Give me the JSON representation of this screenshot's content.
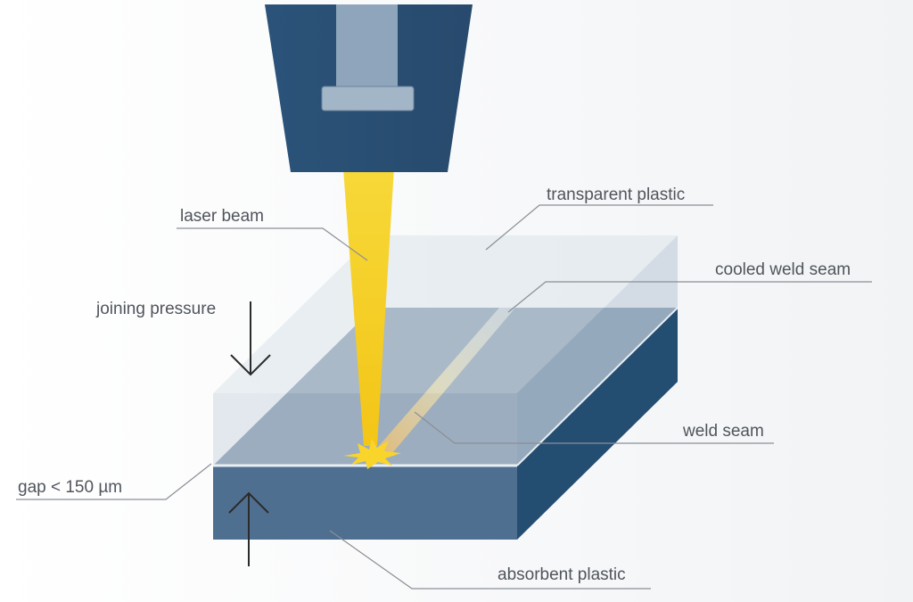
{
  "labels": {
    "transparent_plastic": "transparent plastic",
    "laser_beam": "laser beam",
    "cooled_weld_seam": "cooled weld seam",
    "joining_pressure": "joining pressure",
    "weld_seam": "weld seam",
    "gap": "gap < 150 µm",
    "absorbent_plastic": "absorbent plastic"
  },
  "colors": {
    "background": "#ffffff",
    "nozzle_dark": "#2a4f73",
    "nozzle_inner": "#8fa6bd",
    "beam_yellow": "#f5d21e",
    "transparent_top": "#d3dce4",
    "transparent_front": "#c4cfd9",
    "transparent_side": "#a8b9c9",
    "absorbent_front": "#4f6f90",
    "absorbent_side": "#244d72",
    "absorbent_top": "#6e86a0",
    "label_text": "#50555c"
  }
}
